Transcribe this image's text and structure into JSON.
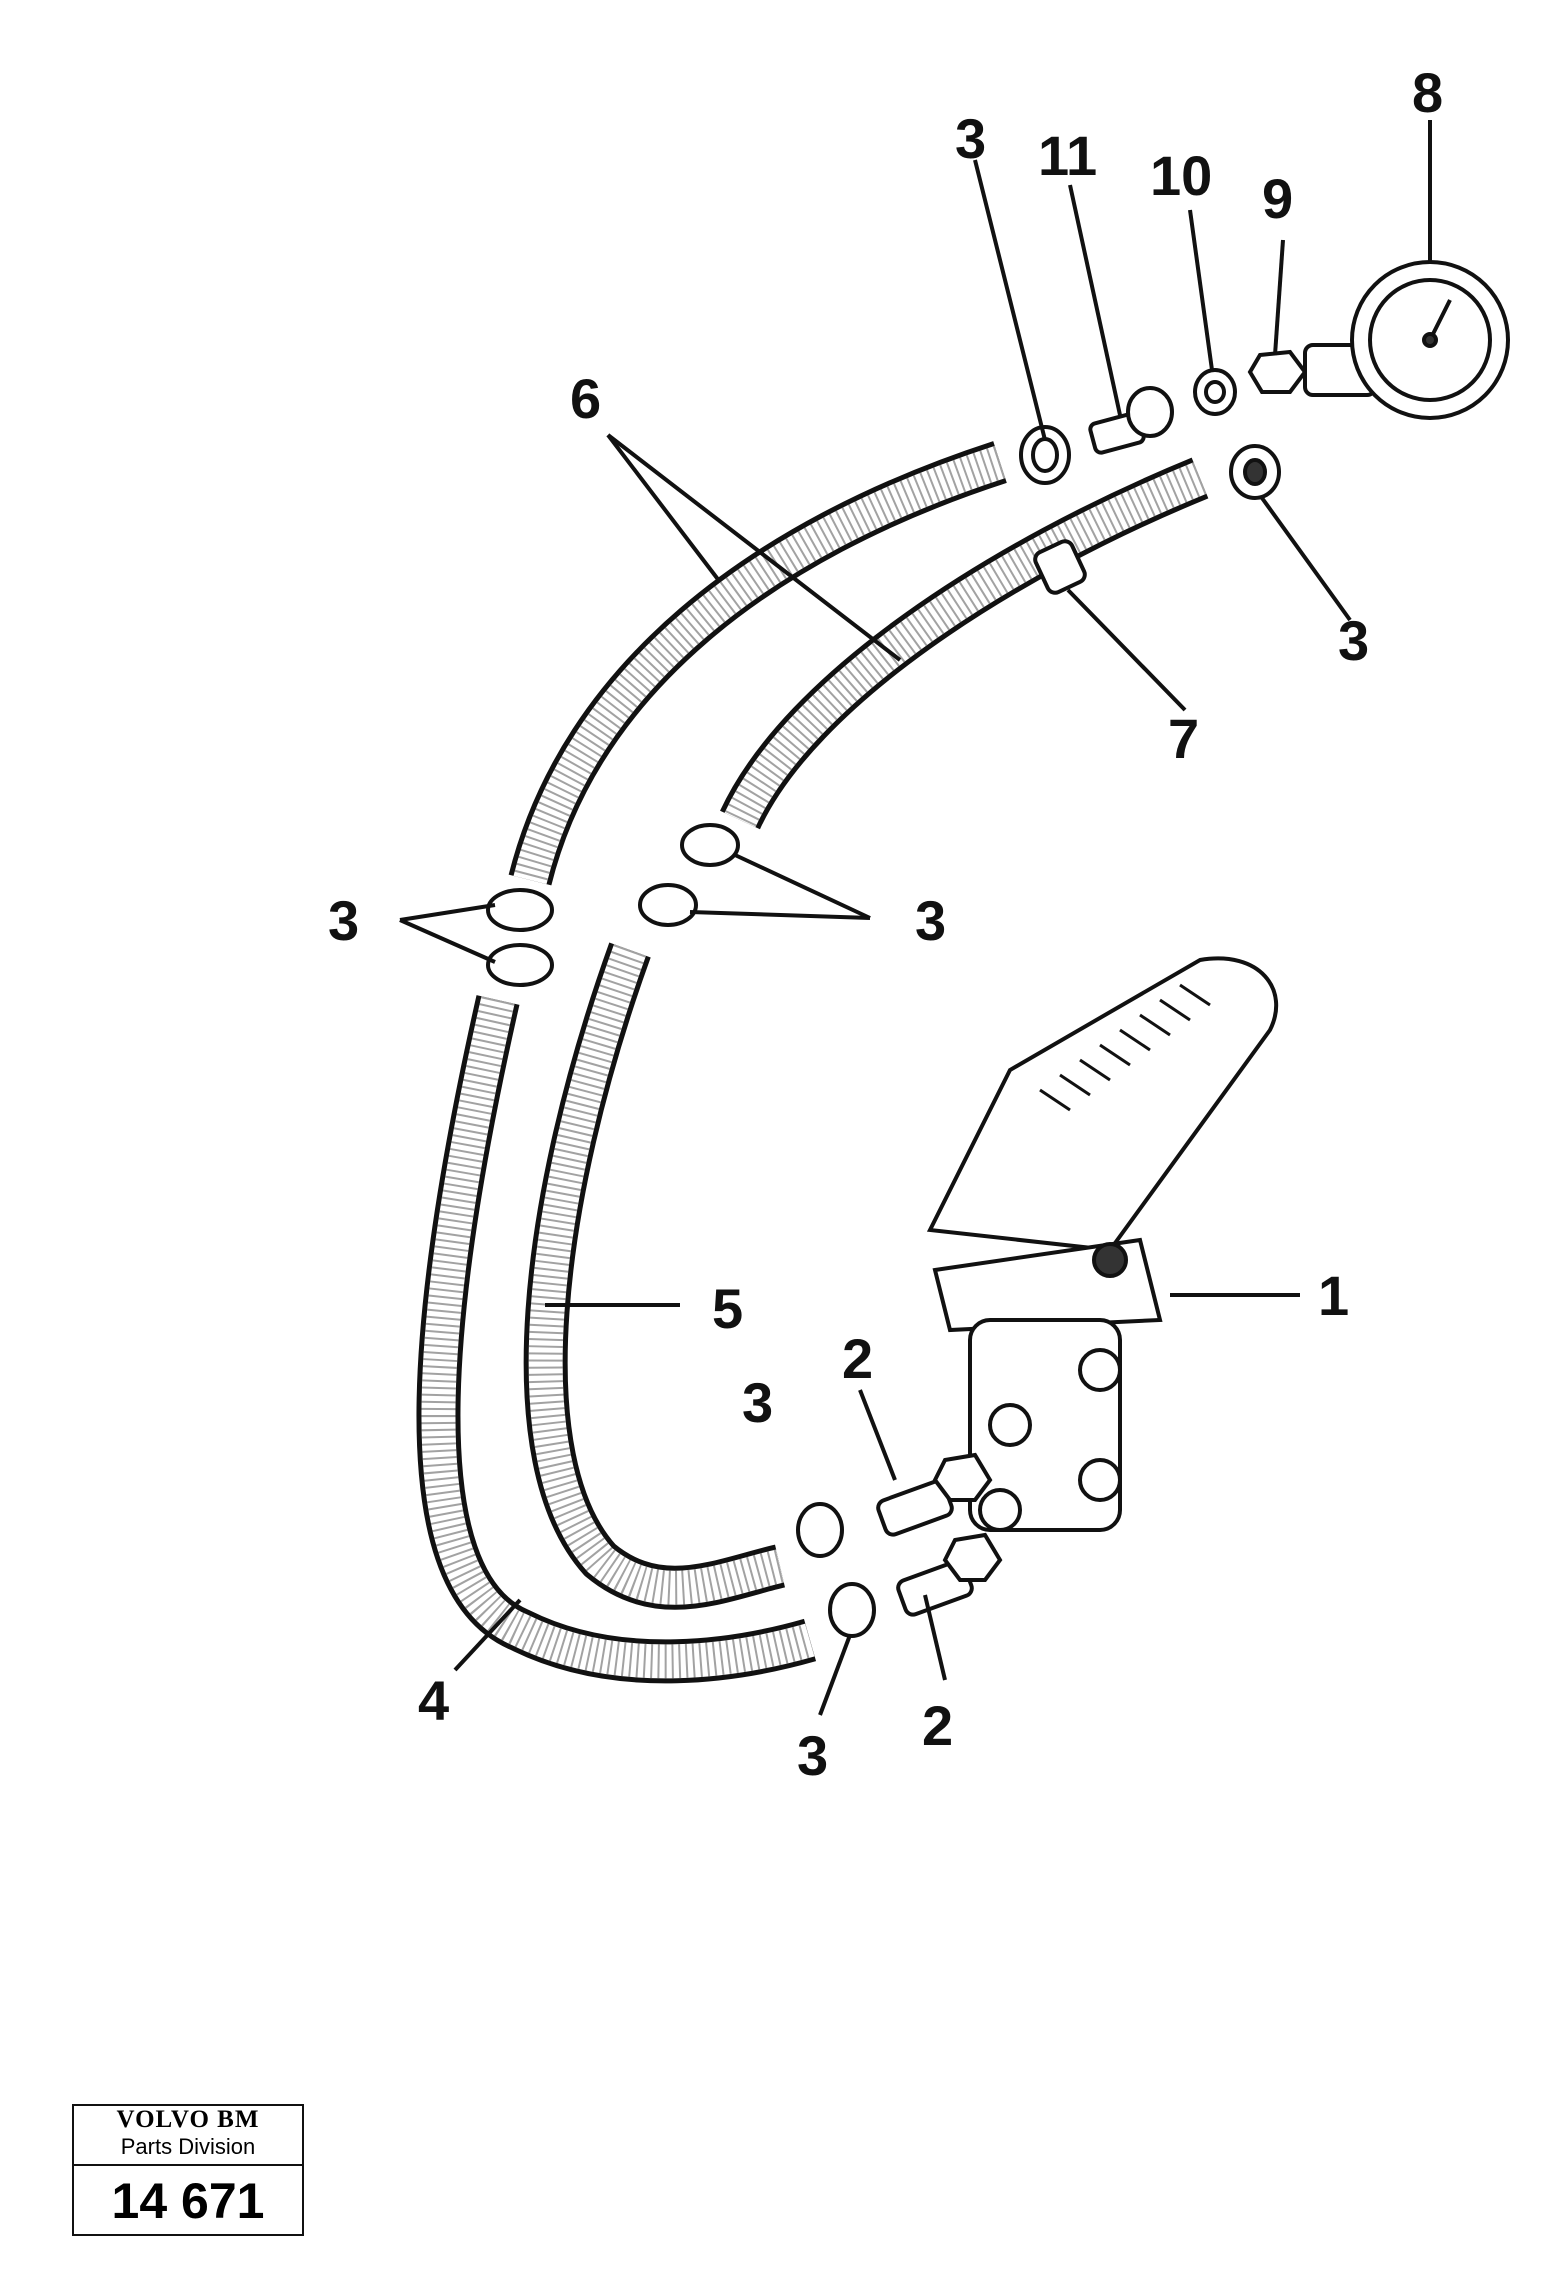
{
  "callouts": {
    "c1": "1",
    "c2a": "2",
    "c2b": "2",
    "c3_top": "3",
    "c3_right": "3",
    "c3_left": "3",
    "c3_mid": "3",
    "c3_lower": "3",
    "c3_bottom": "3",
    "c4": "4",
    "c5": "5",
    "c6": "6",
    "c7": "7",
    "c8": "8",
    "c9": "9",
    "c10": "10",
    "c11": "11"
  },
  "title_block": {
    "brand": "VOLVO BM",
    "division": "Parts Division",
    "drawing_number": "14 671"
  }
}
